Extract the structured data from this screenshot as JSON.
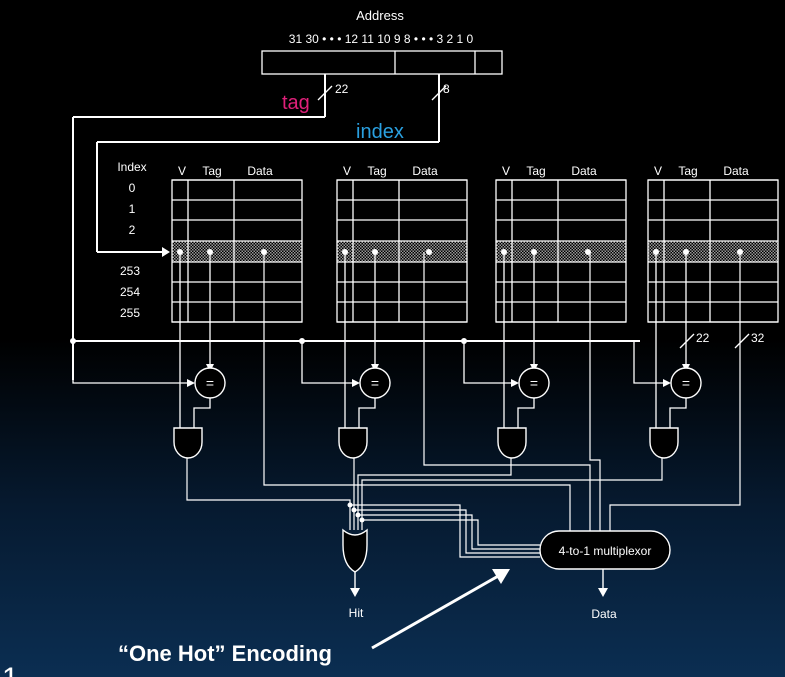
{
  "address": {
    "title": "Address",
    "bits": "31 30 • • • 12 11 10 9 8 • • • 3 2 1 0",
    "tag_width": "22",
    "index_width": "8"
  },
  "labels": {
    "tag": "tag",
    "index": "index",
    "tag_color": "#e0207a",
    "index_color": "#2aa0e0"
  },
  "table": {
    "index_header": "Index",
    "col_v": "V",
    "col_tag": "Tag",
    "col_data": "Data",
    "rows_top": [
      "0",
      "1",
      "2"
    ],
    "rows_bottom": [
      "253",
      "254",
      "255"
    ]
  },
  "widths": {
    "tag_bits": "22",
    "data_bits": "32"
  },
  "comparator_symbol": "=",
  "mux_label": "4-to-1 multiplexor",
  "hit_label": "Hit",
  "data_out_label": "Data",
  "annotation": "“One Hot” Encoding",
  "corner_mark": "1"
}
